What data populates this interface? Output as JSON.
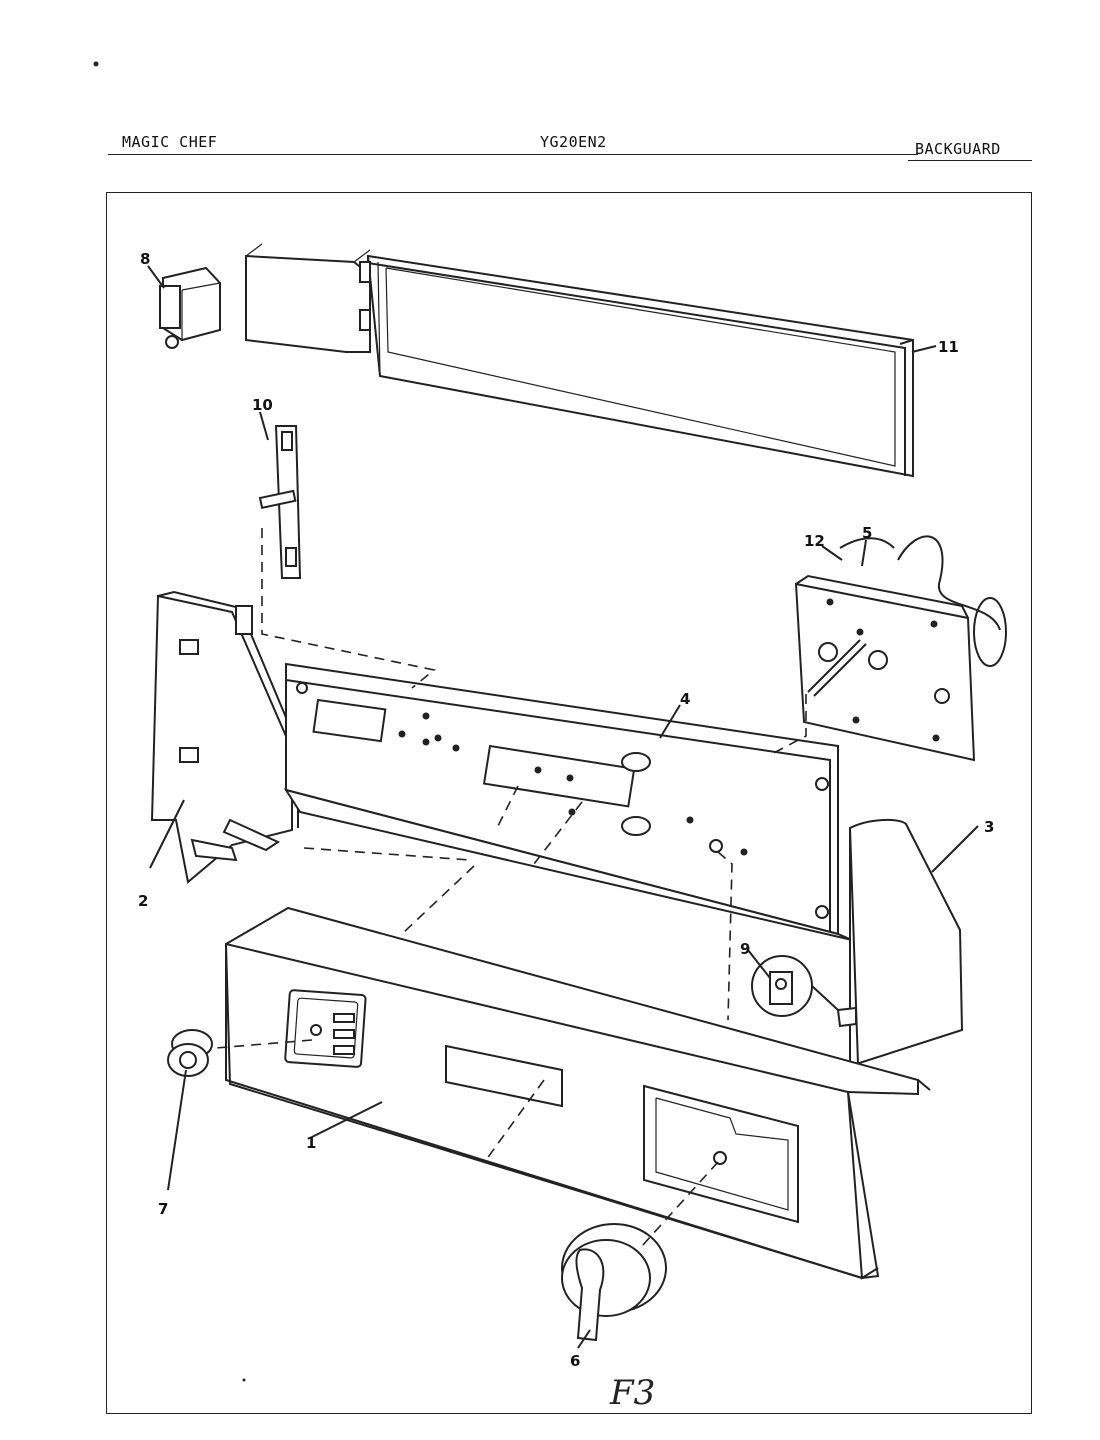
{
  "header": {
    "brand": "MAGIC CHEF",
    "model": "YG20EN2",
    "section": "BACKGUARD"
  },
  "callouts": [
    "1",
    "2",
    "3",
    "4",
    "5",
    "6",
    "7",
    "8",
    "9",
    "10",
    "11",
    "12"
  ],
  "handwritten_mark": "F3"
}
